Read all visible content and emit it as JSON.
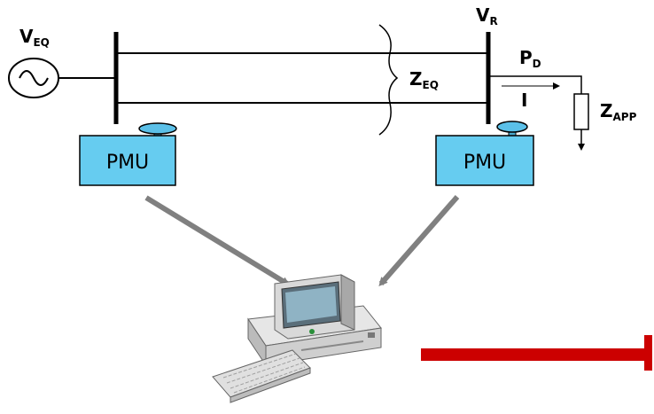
{
  "labels": {
    "v_eq_main": "V",
    "v_eq_sub": "EQ",
    "v_r_main": "V",
    "v_r_sub": "R",
    "z_eq_main": "Z",
    "z_eq_sub": "EQ",
    "p_d_main": "P",
    "p_d_sub": "D",
    "current": "I",
    "z_app_main": "Z",
    "z_app_sub": "APP"
  },
  "pmu_left": "PMU",
  "pmu_right": "PMU",
  "colors": {
    "pmu_fill": "#66ccf0",
    "antenna_fill": "#5bc0e8",
    "arrow_gray": "#808080",
    "output_arrow": "#cc0000"
  },
  "icons": {
    "source": "ac-source-icon",
    "computer": "desktop-computer-icon"
  }
}
